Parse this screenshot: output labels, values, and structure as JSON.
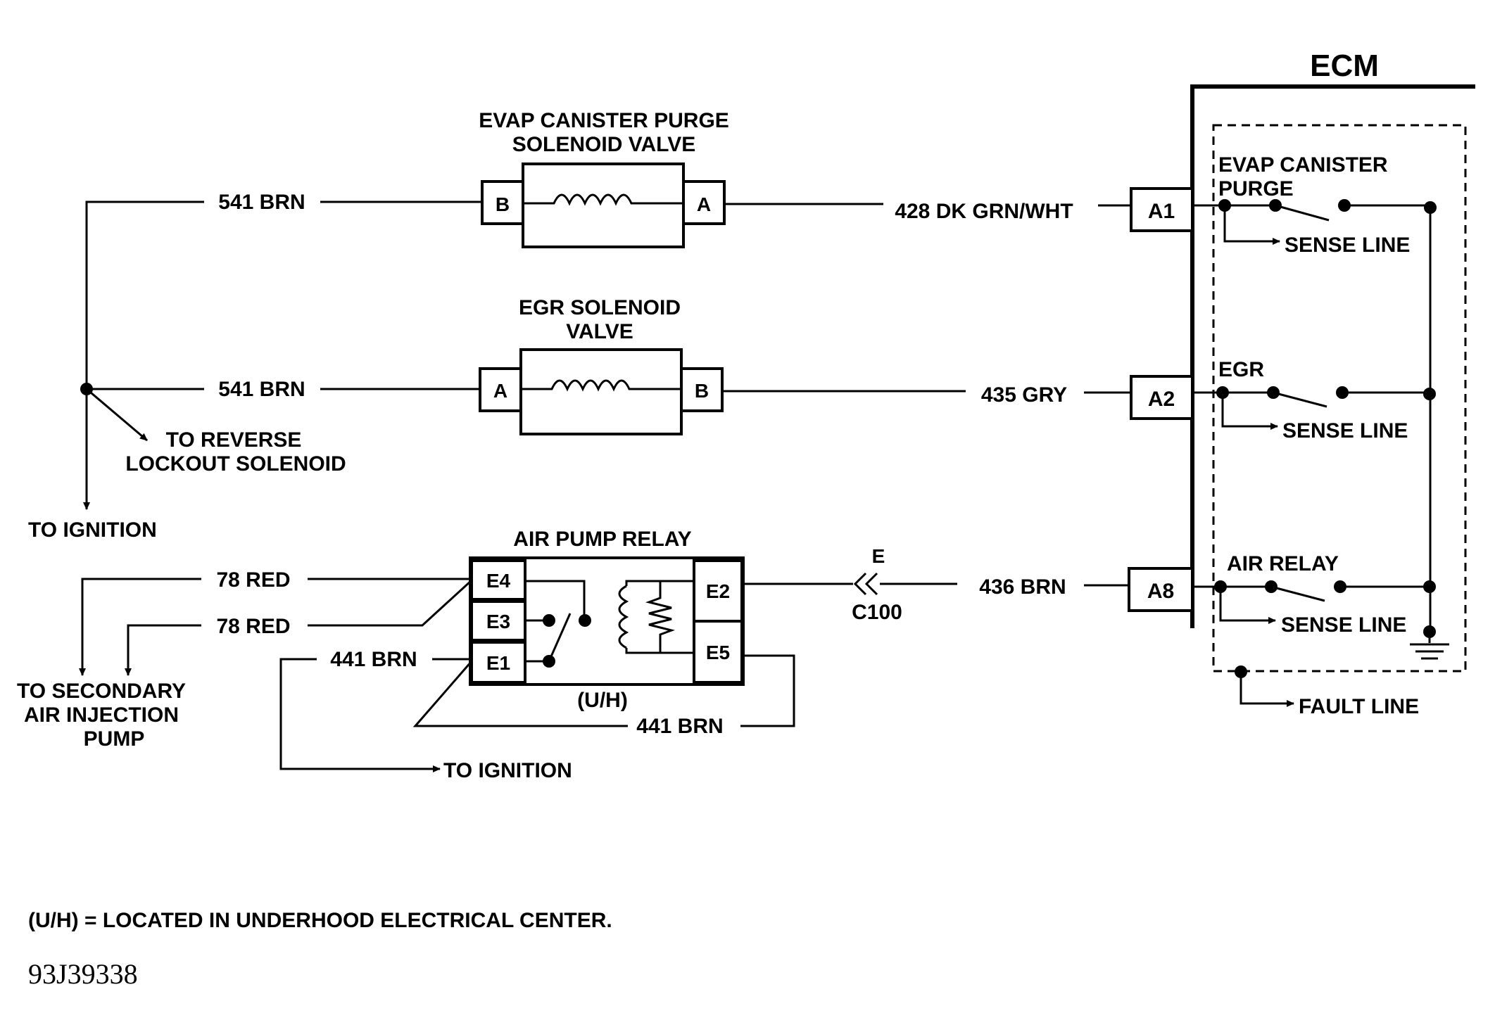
{
  "ecm": {
    "title": "ECM"
  },
  "components": {
    "evap_valve": {
      "title_line1": "EVAP CANISTER PURGE",
      "title_line2": "SOLENOID VALVE",
      "pin_left": "B",
      "pin_right": "A"
    },
    "egr_valve": {
      "title_line1": "EGR SOLENOID",
      "title_line2": "VALVE",
      "pin_left": "A",
      "pin_right": "B"
    },
    "air_pump_relay": {
      "title": "AIR PUMP RELAY",
      "pins": [
        "E4",
        "E3",
        "E1",
        "E2",
        "E5"
      ],
      "location": "(U/H)"
    }
  },
  "wires": {
    "w541_top": "541 BRN",
    "w541_mid": "541 BRN",
    "w428": "428 DK GRN/WHT",
    "w435": "435 GRY",
    "w436": "436 BRN",
    "w78_a": "78 RED",
    "w78_b": "78 RED",
    "w441_a": "441 BRN",
    "w441_b": "441 BRN"
  },
  "connector": {
    "letter": "E",
    "name": "C100"
  },
  "ecm_pins": [
    "A1",
    "A2",
    "A8"
  ],
  "ecm_internal": {
    "evap_label_line1": "EVAP CANISTER",
    "evap_label_line2": "PURGE",
    "egr_label": "EGR",
    "air_relay_label": "AIR RELAY",
    "sense_line": "SENSE LINE",
    "fault_line": "FAULT LINE"
  },
  "destinations": {
    "reverse_line1": "TO REVERSE",
    "reverse_line2": "LOCKOUT SOLENOID",
    "ignition_left": "TO IGNITION",
    "secondary_line1": "TO SECONDARY",
    "secondary_line2": "AIR INJECTION",
    "secondary_line3": "PUMP",
    "ignition_bottom": "TO IGNITION"
  },
  "footnote": "(U/H) = LOCATED IN UNDERHOOD ELECTRICAL CENTER.",
  "figure_id": "93J39338"
}
